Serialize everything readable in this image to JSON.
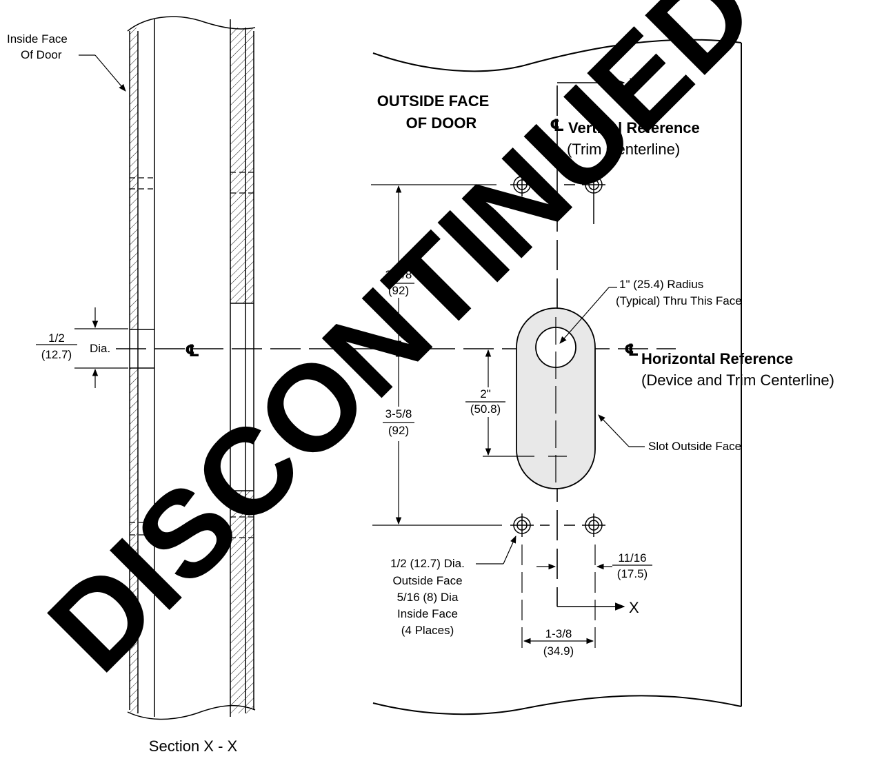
{
  "labels": {
    "inside_face_1": "Inside Face",
    "inside_face_2": "Of Door",
    "outside_face_1": "OUTSIDE FACE",
    "outside_face_2": "OF DOOR",
    "section": "Section X - X",
    "section_mark_top": "X",
    "section_mark_bottom": "X",
    "centerline_symbol": "℄",
    "vertical_ref": "Vertical Reference",
    "vertical_ref_sub": "(Trim Centerline)",
    "horizontal_ref": "Horizontal Reference",
    "horizontal_ref_sub": "(Device and Trim Centerline)",
    "radius_1": "1\" (25.4) Radius",
    "radius_2": "(Typical) Thru This Face",
    "slot_outside": "Slot Outside Face",
    "hole_1": "1/2 (12.7) Dia.",
    "hole_2": "Outside Face",
    "hole_3": "5/16 (8) Dia",
    "hole_4": "Inside Face",
    "hole_5": "(4 Places)",
    "dia_label": "Dia.",
    "watermark": "DISCONTINUED"
  },
  "dimensions": {
    "half_in": "1/2",
    "half_mm": "(12.7)",
    "upper_in": "3-5/8",
    "upper_mm": "(92)",
    "lower_in": "3-5/8",
    "lower_mm": "(92)",
    "slot_in": "2\"",
    "slot_mm": "(50.8)",
    "offset_in": "11/16",
    "offset_mm": "(17.5)",
    "spacing_in": "1-3/8",
    "spacing_mm": "(34.9)"
  }
}
